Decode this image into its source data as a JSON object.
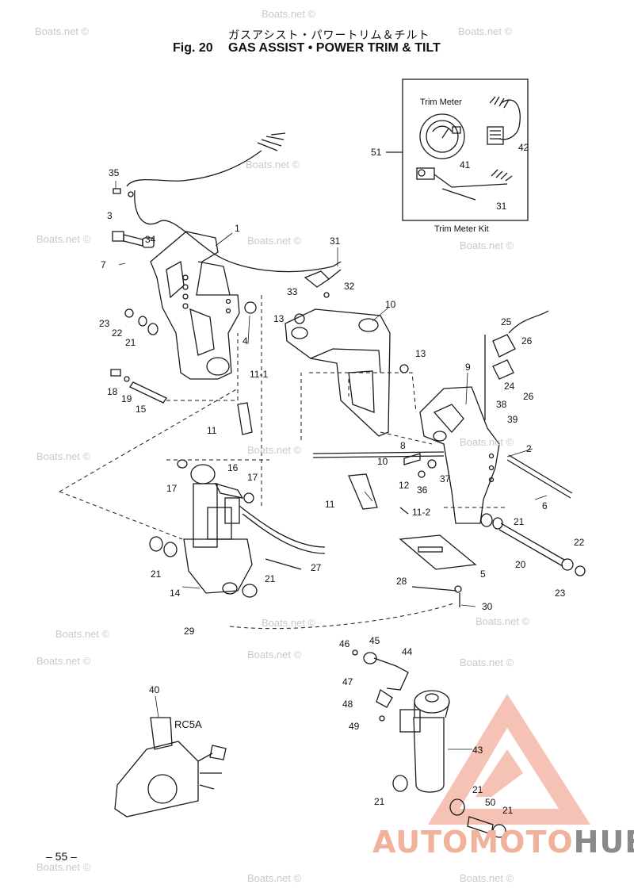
{
  "header": {
    "title_jp": "ガスアシスト・パワートリム＆チルト",
    "fig_label": "Fig. 20",
    "title": "GAS ASSIST • POWER TRIM & TILT"
  },
  "watermarks": [
    {
      "text": "Boats.net ©"
    },
    {
      "text": "Boats.net ©"
    },
    {
      "text": "Boats.net ©"
    },
    {
      "text": "Boats.net ©"
    },
    {
      "text": "Boats.net ©"
    },
    {
      "text": "Boats.net ©"
    },
    {
      "text": "Boats.net ©"
    },
    {
      "text": "Boats.net ©"
    },
    {
      "text": "Boats.net ©"
    },
    {
      "text": "Boats.net ©"
    },
    {
      "text": "Boats.net ©"
    },
    {
      "text": "Boats.net ©"
    },
    {
      "text": "Boats.net ©"
    },
    {
      "text": "Boats.net ©"
    },
    {
      "text": "Boats.net ©"
    },
    {
      "text": "Boats.net ©"
    },
    {
      "text": "Boats.net ©"
    },
    {
      "text": "Boats.net ©"
    },
    {
      "text": "Boats.net ©"
    }
  ],
  "inset": {
    "trim_meter_label": "Trim Meter",
    "kit_label": "Trim Meter Kit",
    "callouts": [
      "51",
      "41",
      "42",
      "31"
    ]
  },
  "callouts": [
    "35",
    "3",
    "34",
    "1",
    "7",
    "31",
    "33",
    "32",
    "13",
    "4",
    "23",
    "22",
    "21",
    "10",
    "13",
    "25",
    "26",
    "26",
    "24",
    "9",
    "18",
    "19",
    "15",
    "11-1",
    "11",
    "38",
    "39",
    "8",
    "2",
    "17",
    "16",
    "17",
    "10",
    "12",
    "37",
    "36",
    "11",
    "11-2",
    "6",
    "21",
    "21",
    "22",
    "20",
    "23",
    "27",
    "5",
    "21",
    "14",
    "28",
    "30",
    "29",
    "46",
    "45",
    "44",
    "47",
    "48",
    "49",
    "43",
    "21",
    "21",
    "50",
    "21",
    "40"
  ],
  "remote_label": "RC5A",
  "page_number": "– 55 –",
  "logo": {
    "part1": "AUTOMOTO",
    "part2": "HUB",
    "accent": "#f0b29a",
    "gray": "#8a8a8a"
  }
}
